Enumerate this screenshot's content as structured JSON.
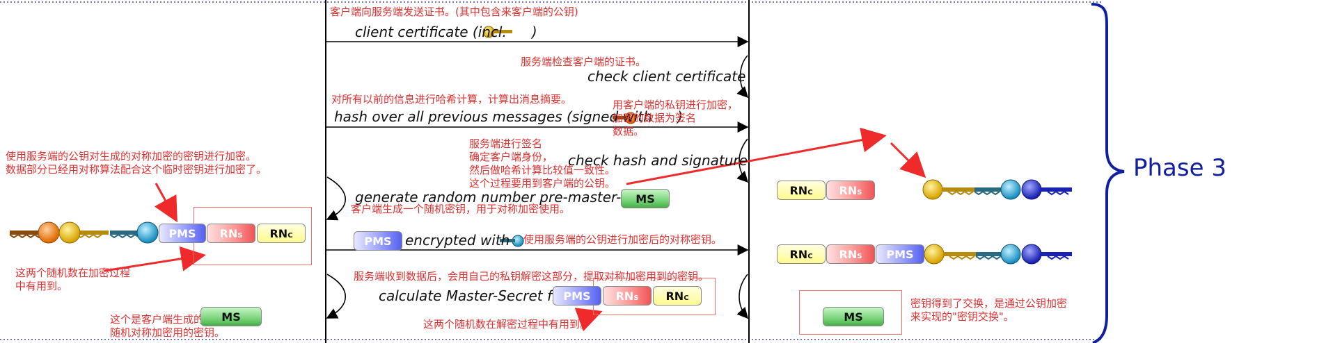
{
  "colors": {
    "note_red": "#e03030",
    "arrow_red": "#ee2a2a",
    "brace_blue": "#1020a0",
    "pms": "#6e76f5",
    "rns": "#f07a7a",
    "rnc": "#fff590",
    "ms": "#6cc96c"
  },
  "protocol": {
    "client_certificate": "client certificate (incl.",
    "client_certificate_tail": ")",
    "check_client_certificate": "check client certificate",
    "hash_previous": "hash over all previous messages (signed with",
    "hash_previous_tail": ")",
    "check_hash_signature": "check hash and signature",
    "generate_pms": "generate random number pre-master-secret",
    "encrypted_with": "encrypted with",
    "calculate_ms": "calculate Master-Secret from"
  },
  "notes": {
    "n_client_sends_cert": "客户端向服务端发送证书。(其中包含来客户端的公钥)",
    "n_server_checks_cert": "服务端检查客户端的证书。",
    "n_hash_previous": "对所有以前的信息进行哈希计算，计算出消息摘要。",
    "n_private_key_sign": "用客户端的私钥进行加密，\n加密的数据为签名\n数据。",
    "n_server_signature": "服务端进行签名\n确定客户端身份，\n然后做哈希计算比较值一致性。\n这个过程要用到客户端的公钥。",
    "n_client_random_key": "客户端生成一个随机密钥，用于对称加密使用。",
    "n_server_pubkey_encrypt": "使用服务端的公钥进行加密后的对称密钥。",
    "n_server_decrypt": "服务端收到数据后，会用自己的私钥解密这部分，提取对称加密用到的密钥。",
    "n_random_in_decrypt": "这两个随机数在解密过程中有用到。",
    "n_left_pubkey_encrypt": "使用服务端的公钥对生成的对称加密的密钥进行加密。\n数据部分已经用对称算法配合这个临时密钥进行加密了。",
    "n_random_in_encrypt": "这两个随机数在加密过程\n中有用到。",
    "n_client_ms": "这个是客户端生成的\n随机对称加密用的密钥。",
    "n_key_exchange": "密钥得到了交换，是通过公钥加密\n来实现的\"密钥交换\"。"
  },
  "tokens": {
    "pms": "PMS",
    "rn": "RN",
    "sub_s": "S",
    "sub_c": "C",
    "ms": "MS"
  },
  "phase_label": "Phase 3"
}
